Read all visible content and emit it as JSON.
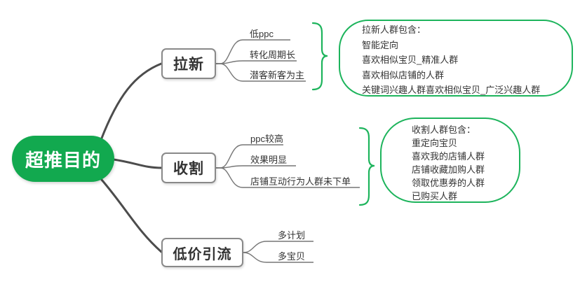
{
  "root": {
    "label": "超推目的"
  },
  "branches": [
    {
      "label": "拉新",
      "items": [
        {
          "label": "低ppc"
        },
        {
          "label": "转化周期长"
        },
        {
          "label": "潜客新客为主"
        }
      ],
      "note": {
        "lines": [
          "拉新人群包含：",
          "智能定向",
          "喜欢相似宝贝_精准人群",
          "喜欢相似店铺的人群",
          "关键词兴趣人群喜欢相似宝贝_广泛兴趣人群"
        ]
      }
    },
    {
      "label": "收割",
      "items": [
        {
          "label": "ppc较高"
        },
        {
          "label": "效果明显"
        },
        {
          "label": "店铺互动行为人群未下单"
        }
      ],
      "note": {
        "lines": [
          "收割人群包含：",
          "重定向宝贝",
          "喜欢我的店铺人群",
          "店铺收藏加购人群",
          "领取优惠券的人群",
          "已购买人群"
        ]
      }
    },
    {
      "label": "低价引流",
      "items": [
        {
          "label": "多计划"
        },
        {
          "label": "多宝贝"
        }
      ]
    }
  ],
  "colors": {
    "node_green": "#12a94f",
    "green_stroke": "#1db45c",
    "connector_dark": "#4c4c4c",
    "line_gray": "#777777",
    "text": "#333333",
    "node_border": "#898989"
  }
}
